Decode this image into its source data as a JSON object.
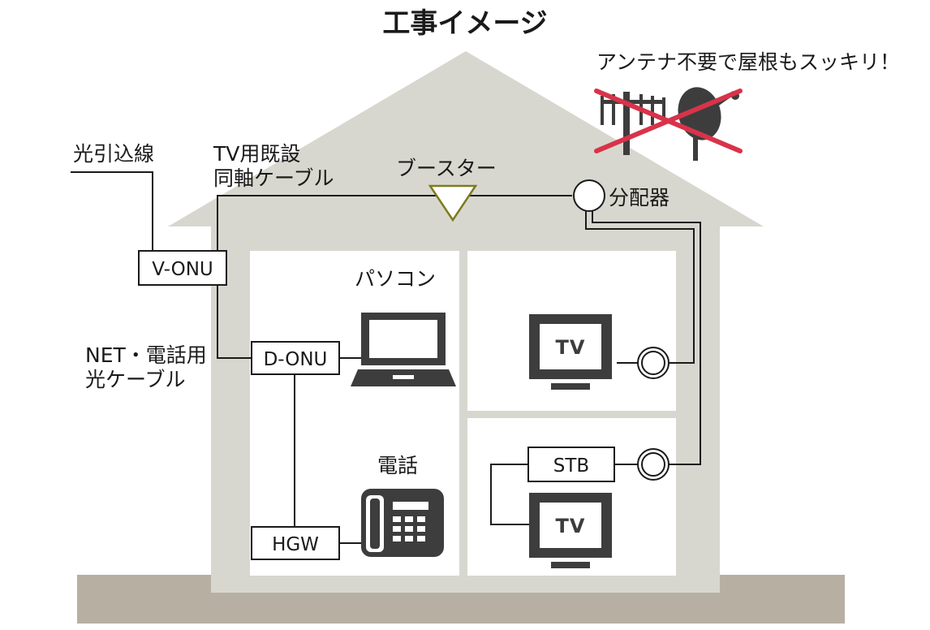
{
  "title": "工事イメージ",
  "antenna_note": "アンテナ不要で屋根もスッキリ！",
  "labels": {
    "fiber_lead_in": "光引込線",
    "tv_coax_line1": "TV用既設",
    "tv_coax_line2": "同軸ケーブル",
    "booster": "ブースター",
    "splitter": "分配器",
    "net_phone_line1": "NET・電話用",
    "net_phone_line2": "光ケーブル",
    "pc": "パソコン",
    "phone": "電話"
  },
  "devices": {
    "v_onu": "V-ONU",
    "d_onu": "D-ONU",
    "hgw": "HGW",
    "stb": "STB",
    "tv1": "TV",
    "tv2": "TV"
  },
  "colors": {
    "house": "#d8d7cf",
    "ground": "#b8afa3",
    "room": "#ffffff",
    "line": "#1a1a1a",
    "device_dark": "#3d3d3d",
    "booster_stroke": "#7d7a1e",
    "cross": "#d8334a"
  },
  "icons": [
    "tv-antenna-icon",
    "satellite-dish-icon",
    "laptop-icon",
    "desk-phone-icon",
    "tv-icon",
    "wall-outlet-icon"
  ]
}
